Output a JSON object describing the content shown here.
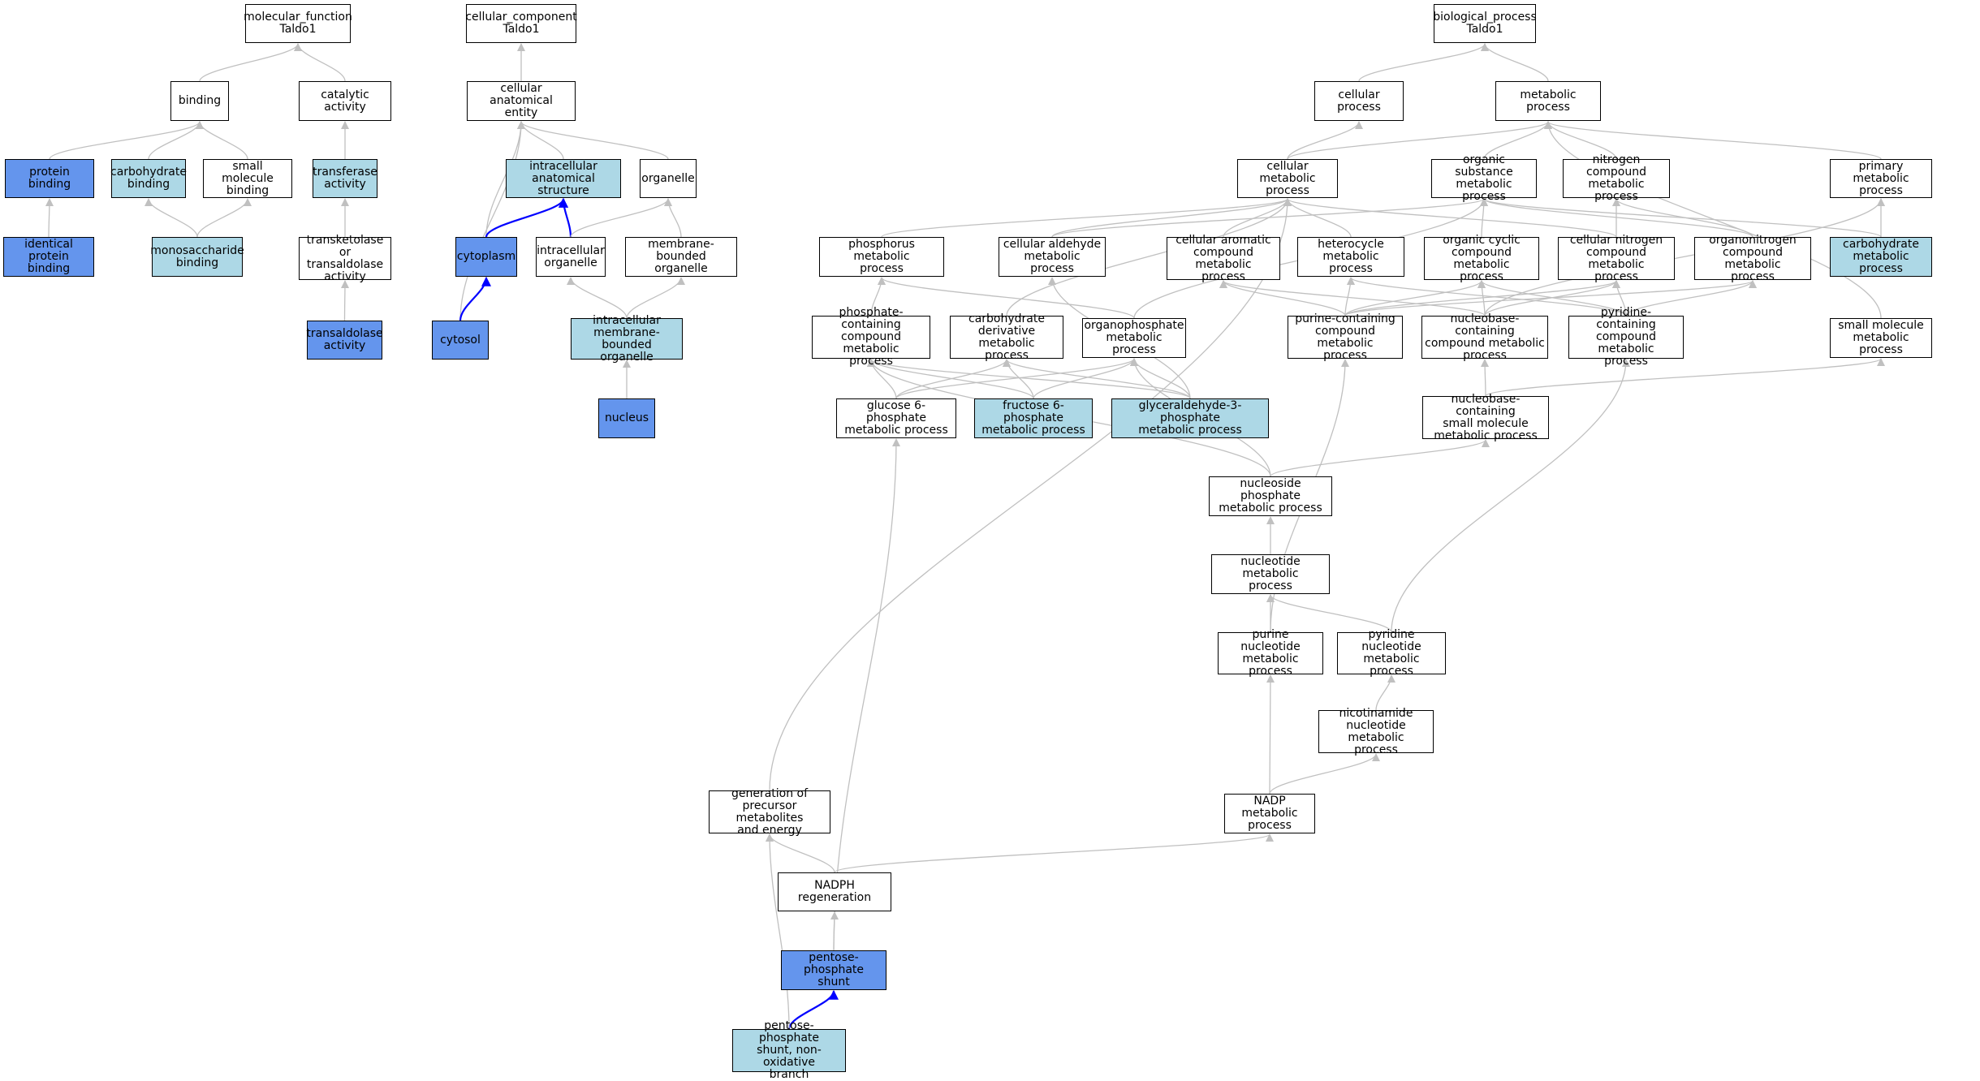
{
  "colors": {
    "white": "#ffffff",
    "light": "#add8e6",
    "dark": "#6495ed",
    "edge_gray": "#c0c0c0",
    "edge_blue": "#0000ff"
  },
  "nodes": {
    "mf_root": "molecular_function\nTaldo1",
    "cc_root": "cellular_component\nTaldo1",
    "bp_root": "biological_process\nTaldo1",
    "binding": "binding",
    "catalytic_activity": "catalytic activity",
    "protein_binding": "protein binding",
    "carbohydrate_binding": "carbohydrate\nbinding",
    "small_molecule_binding": "small molecule\nbinding",
    "transferase_activity": "transferase\nactivity",
    "identical_protein_binding": "identical protein\nbinding",
    "monosaccharide_binding": "monosaccharide\nbinding",
    "transketolase_activity": "transketolase\nor transaldolase\nactivity",
    "transaldolase_activity": "transaldolase\nactivity",
    "cellular_anatomical_entity": "cellular anatomical\nentity",
    "intracellular_anatomical_structure": "intracellular\nanatomical structure",
    "organelle": "organelle",
    "cytoplasm": "cytoplasm",
    "intracellular_organelle": "intracellular\norganelle",
    "membrane_bounded_organelle": "membrane-bounded\norganelle",
    "cytosol": "cytosol",
    "intracellular_membrane_bounded_organelle": "intracellular\nmembrane-bounded\norganelle",
    "nucleus": "nucleus",
    "cellular_process": "cellular process",
    "metabolic_process": "metabolic process",
    "cellular_metabolic_process": "cellular metabolic\nprocess",
    "organic_substance_metabolic_process": "organic substance\nmetabolic process",
    "nitrogen_compound_metabolic_process": "nitrogen compound\nmetabolic process",
    "primary_metabolic_process": "primary metabolic\nprocess",
    "phosphorus_metabolic_process": "phosphorus metabolic\nprocess",
    "cellular_aldehyde_metabolic_process": "cellular aldehyde\nmetabolic process",
    "cellular_aromatic_compound_metabolic_process": "cellular aromatic\ncompound metabolic\nprocess",
    "heterocycle_metabolic_process": "heterocycle\nmetabolic process",
    "organic_cyclic_compound_metabolic_process": "organic cyclic\ncompound metabolic\nprocess",
    "cellular_nitrogen_compound_metabolic_process": "cellular nitrogen\ncompound metabolic\nprocess",
    "organonitrogen_compound_metabolic_process": "organonitrogen\ncompound metabolic\nprocess",
    "carbohydrate_metabolic_process": "carbohydrate\nmetabolic process",
    "phosphate_containing_compound_metabolic_process": "phosphate-containing\ncompound metabolic\nprocess",
    "carbohydrate_derivative_metabolic_process": "carbohydrate\nderivative metabolic\nprocess",
    "organophosphate_metabolic_process": "organophosphate\nmetabolic process",
    "purine_containing_compound_metabolic_process": "purine-containing\ncompound metabolic\nprocess",
    "nucleobase_containing_compound_metabolic_process": "nucleobase-containing\ncompound metabolic\nprocess",
    "pyridine_containing_compound_metabolic_process": "pyridine-containing\ncompound metabolic\nprocess",
    "small_molecule_metabolic_process": "small molecule\nmetabolic process",
    "glucose_6_phosphate_metabolic_process": "glucose 6-phosphate\nmetabolic process",
    "fructose_6_phosphate_metabolic_process": "fructose 6-phosphate\nmetabolic process",
    "glyceraldehyde_3_phosphate_metabolic_process": "glyceraldehyde-3-phosphate\nmetabolic process",
    "nucleobase_containing_small_molecule_metabolic_process": "nucleobase-containing\nsmall molecule\nmetabolic process",
    "nucleoside_phosphate_metabolic_process": "nucleoside phosphate\nmetabolic process",
    "nucleotide_metabolic_process": "nucleotide metabolic\nprocess",
    "purine_nucleotide_metabolic_process": "purine nucleotide\nmetabolic process",
    "pyridine_nucleotide_metabolic_process": "pyridine nucleotide\nmetabolic process",
    "nicotinamide_nucleotide_metabolic_process": "nicotinamide\nnucleotide metabolic\nprocess",
    "nadp_metabolic_process": "NADP metabolic\nprocess",
    "generation_of_precursor_metabolites": "generation of\nprecursor metabolites\nand energy",
    "nadph_regeneration": "NADPH regeneration",
    "pentose_phosphate_shunt": "pentose-phosphate\nshunt",
    "pentose_phosphate_shunt_non_oxidative": "pentose-phosphate\nshunt, non-oxidative\nbranch"
  },
  "node_fill": {
    "mf_root": "white",
    "cc_root": "white",
    "bp_root": "white",
    "binding": "white",
    "catalytic_activity": "white",
    "protein_binding": "dark",
    "carbohydrate_binding": "light",
    "small_molecule_binding": "white",
    "transferase_activity": "light",
    "identical_protein_binding": "dark",
    "monosaccharide_binding": "light",
    "transketolase_activity": "white",
    "transaldolase_activity": "dark",
    "cellular_anatomical_entity": "white",
    "intracellular_anatomical_structure": "light",
    "organelle": "white",
    "cytoplasm": "dark",
    "intracellular_organelle": "white",
    "membrane_bounded_organelle": "white",
    "cytosol": "dark",
    "intracellular_membrane_bounded_organelle": "light",
    "nucleus": "dark",
    "cellular_process": "white",
    "metabolic_process": "white",
    "cellular_metabolic_process": "white",
    "organic_substance_metabolic_process": "white",
    "nitrogen_compound_metabolic_process": "white",
    "primary_metabolic_process": "white",
    "phosphorus_metabolic_process": "white",
    "cellular_aldehyde_metabolic_process": "white",
    "cellular_aromatic_compound_metabolic_process": "white",
    "heterocycle_metabolic_process": "white",
    "organic_cyclic_compound_metabolic_process": "white",
    "cellular_nitrogen_compound_metabolic_process": "white",
    "organonitrogen_compound_metabolic_process": "white",
    "carbohydrate_metabolic_process": "light",
    "phosphate_containing_compound_metabolic_process": "white",
    "carbohydrate_derivative_metabolic_process": "white",
    "organophosphate_metabolic_process": "white",
    "purine_containing_compound_metabolic_process": "white",
    "nucleobase_containing_compound_metabolic_process": "white",
    "pyridine_containing_compound_metabolic_process": "white",
    "small_molecule_metabolic_process": "white",
    "glucose_6_phosphate_metabolic_process": "white",
    "fructose_6_phosphate_metabolic_process": "light",
    "glyceraldehyde_3_phosphate_metabolic_process": "light",
    "nucleobase_containing_small_molecule_metabolic_process": "white",
    "nucleoside_phosphate_metabolic_process": "white",
    "nucleotide_metabolic_process": "white",
    "purine_nucleotide_metabolic_process": "white",
    "pyridine_nucleotide_metabolic_process": "white",
    "nicotinamide_nucleotide_metabolic_process": "white",
    "nadp_metabolic_process": "white",
    "generation_of_precursor_metabolites": "white",
    "nadph_regeneration": "white",
    "pentose_phosphate_shunt": "dark",
    "pentose_phosphate_shunt_non_oxidative": "light"
  },
  "edges": [
    [
      "binding",
      "mf_root",
      "gray"
    ],
    [
      "catalytic_activity",
      "mf_root",
      "gray"
    ],
    [
      "protein_binding",
      "binding",
      "gray"
    ],
    [
      "carbohydrate_binding",
      "binding",
      "gray"
    ],
    [
      "small_molecule_binding",
      "binding",
      "gray"
    ],
    [
      "transferase_activity",
      "catalytic_activity",
      "gray"
    ],
    [
      "identical_protein_binding",
      "protein_binding",
      "gray"
    ],
    [
      "monosaccharide_binding",
      "carbohydrate_binding",
      "gray"
    ],
    [
      "monosaccharide_binding",
      "small_molecule_binding",
      "gray"
    ],
    [
      "transketolase_activity",
      "transferase_activity",
      "gray"
    ],
    [
      "transaldolase_activity",
      "transketolase_activity",
      "gray"
    ],
    [
      "cellular_anatomical_entity",
      "cc_root",
      "gray"
    ],
    [
      "intracellular_anatomical_structure",
      "cellular_anatomical_entity",
      "gray"
    ],
    [
      "organelle",
      "cellular_anatomical_entity",
      "gray"
    ],
    [
      "cytoplasm",
      "cellular_anatomical_entity",
      "gray"
    ],
    [
      "cytosol",
      "cellular_anatomical_entity",
      "gray"
    ],
    [
      "cytoplasm",
      "intracellular_anatomical_structure",
      "blue"
    ],
    [
      "intracellular_organelle",
      "intracellular_anatomical_structure",
      "blue"
    ],
    [
      "intracellular_organelle",
      "organelle",
      "gray"
    ],
    [
      "membrane_bounded_organelle",
      "organelle",
      "gray"
    ],
    [
      "cytosol",
      "cytoplasm",
      "blue"
    ],
    [
      "intracellular_membrane_bounded_organelle",
      "intracellular_organelle",
      "gray"
    ],
    [
      "intracellular_membrane_bounded_organelle",
      "membrane_bounded_organelle",
      "gray"
    ],
    [
      "nucleus",
      "intracellular_membrane_bounded_organelle",
      "gray"
    ],
    [
      "cellular_process",
      "bp_root",
      "gray"
    ],
    [
      "metabolic_process",
      "bp_root",
      "gray"
    ],
    [
      "cellular_metabolic_process",
      "cellular_process",
      "gray"
    ],
    [
      "cellular_metabolic_process",
      "metabolic_process",
      "gray"
    ],
    [
      "organic_substance_metabolic_process",
      "metabolic_process",
      "gray"
    ],
    [
      "nitrogen_compound_metabolic_process",
      "metabolic_process",
      "gray"
    ],
    [
      "primary_metabolic_process",
      "metabolic_process",
      "gray"
    ],
    [
      "small_molecule_metabolic_process",
      "metabolic_process",
      "gray"
    ],
    [
      "phosphorus_metabolic_process",
      "cellular_metabolic_process",
      "gray"
    ],
    [
      "cellular_aldehyde_metabolic_process",
      "cellular_metabolic_process",
      "gray"
    ],
    [
      "cellular_aromatic_compound_metabolic_process",
      "cellular_metabolic_process",
      "gray"
    ],
    [
      "heterocycle_metabolic_process",
      "cellular_metabolic_process",
      "gray"
    ],
    [
      "cellular_nitrogen_compound_metabolic_process",
      "cellular_metabolic_process",
      "gray"
    ],
    [
      "cellular_aldehyde_metabolic_process",
      "organic_substance_metabolic_process",
      "gray"
    ],
    [
      "organic_cyclic_compound_metabolic_process",
      "organic_substance_metabolic_process",
      "gray"
    ],
    [
      "organonitrogen_compound_metabolic_process",
      "organic_substance_metabolic_process",
      "gray"
    ],
    [
      "carbohydrate_metabolic_process",
      "organic_substance_metabolic_process",
      "gray"
    ],
    [
      "cellular_nitrogen_compound_metabolic_process",
      "nitrogen_compound_metabolic_process",
      "gray"
    ],
    [
      "organonitrogen_compound_metabolic_process",
      "nitrogen_compound_metabolic_process",
      "gray"
    ],
    [
      "carbohydrate_metabolic_process",
      "primary_metabolic_process",
      "gray"
    ],
    [
      "nucleobase_containing_compound_metabolic_process",
      "primary_metabolic_process",
      "gray"
    ],
    [
      "phosphate_containing_compound_metabolic_process",
      "phosphorus_metabolic_process",
      "gray"
    ],
    [
      "organophosphate_metabolic_process",
      "phosphorus_metabolic_process",
      "gray"
    ],
    [
      "glyceraldehyde_3_phosphate_metabolic_process",
      "cellular_aldehyde_metabolic_process",
      "gray"
    ],
    [
      "purine_containing_compound_metabolic_process",
      "cellular_aromatic_compound_metabolic_process",
      "gray"
    ],
    [
      "nucleobase_containing_compound_metabolic_process",
      "cellular_aromatic_compound_metabolic_process",
      "gray"
    ],
    [
      "purine_containing_compound_metabolic_process",
      "heterocycle_metabolic_process",
      "gray"
    ],
    [
      "pyridine_containing_compound_metabolic_process",
      "heterocycle_metabolic_process",
      "gray"
    ],
    [
      "purine_containing_compound_metabolic_process",
      "organic_cyclic_compound_metabolic_process",
      "gray"
    ],
    [
      "nucleobase_containing_compound_metabolic_process",
      "organic_cyclic_compound_metabolic_process",
      "gray"
    ],
    [
      "pyridine_containing_compound_metabolic_process",
      "organic_cyclic_compound_metabolic_process",
      "gray"
    ],
    [
      "purine_containing_compound_metabolic_process",
      "cellular_nitrogen_compound_metabolic_process",
      "gray"
    ],
    [
      "nucleobase_containing_compound_metabolic_process",
      "cellular_nitrogen_compound_metabolic_process",
      "gray"
    ],
    [
      "pyridine_containing_compound_metabolic_process",
      "cellular_nitrogen_compound_metabolic_process",
      "gray"
    ],
    [
      "purine_containing_compound_metabolic_process",
      "organonitrogen_compound_metabolic_process",
      "gray"
    ],
    [
      "pyridine_containing_compound_metabolic_process",
      "organonitrogen_compound_metabolic_process",
      "gray"
    ],
    [
      "carbohydrate_derivative_metabolic_process",
      "cellular_metabolic_process",
      "gray"
    ],
    [
      "organophosphate_metabolic_process",
      "organic_substance_metabolic_process",
      "gray"
    ],
    [
      "glucose_6_phosphate_metabolic_process",
      "phosphate_containing_compound_metabolic_process",
      "gray"
    ],
    [
      "fructose_6_phosphate_metabolic_process",
      "phosphate_containing_compound_metabolic_process",
      "gray"
    ],
    [
      "glyceraldehyde_3_phosphate_metabolic_process",
      "phosphate_containing_compound_metabolic_process",
      "gray"
    ],
    [
      "glucose_6_phosphate_metabolic_process",
      "carbohydrate_derivative_metabolic_process",
      "gray"
    ],
    [
      "fructose_6_phosphate_metabolic_process",
      "carbohydrate_derivative_metabolic_process",
      "gray"
    ],
    [
      "glyceraldehyde_3_phosphate_metabolic_process",
      "carbohydrate_derivative_metabolic_process",
      "gray"
    ],
    [
      "glucose_6_phosphate_metabolic_process",
      "organophosphate_metabolic_process",
      "gray"
    ],
    [
      "fructose_6_phosphate_metabolic_process",
      "organophosphate_metabolic_process",
      "gray"
    ],
    [
      "glyceraldehyde_3_phosphate_metabolic_process",
      "organophosphate_metabolic_process",
      "gray"
    ],
    [
      "nucleobase_containing_small_molecule_metabolic_process",
      "nucleobase_containing_compound_metabolic_process",
      "gray"
    ],
    [
      "nucleobase_containing_small_molecule_metabolic_process",
      "small_molecule_metabolic_process",
      "gray"
    ],
    [
      "nucleoside_phosphate_metabolic_process",
      "nucleobase_containing_small_molecule_metabolic_process",
      "gray"
    ],
    [
      "nucleoside_phosphate_metabolic_process",
      "phosphate_containing_compound_metabolic_process",
      "gray"
    ],
    [
      "nucleoside_phosphate_metabolic_process",
      "organophosphate_metabolic_process",
      "gray"
    ],
    [
      "nucleotide_metabolic_process",
      "nucleoside_phosphate_metabolic_process",
      "gray"
    ],
    [
      "purine_nucleotide_metabolic_process",
      "nucleotide_metabolic_process",
      "gray"
    ],
    [
      "pyridine_nucleotide_metabolic_process",
      "nucleotide_metabolic_process",
      "gray"
    ],
    [
      "purine_nucleotide_metabolic_process",
      "purine_containing_compound_metabolic_process",
      "gray"
    ],
    [
      "pyridine_nucleotide_metabolic_process",
      "pyridine_containing_compound_metabolic_process",
      "gray"
    ],
    [
      "nicotinamide_nucleotide_metabolic_process",
      "pyridine_nucleotide_metabolic_process",
      "gray"
    ],
    [
      "nadp_metabolic_process",
      "nicotinamide_nucleotide_metabolic_process",
      "gray"
    ],
    [
      "nadp_metabolic_process",
      "purine_nucleotide_metabolic_process",
      "gray"
    ],
    [
      "generation_of_precursor_metabolites",
      "cellular_metabolic_process",
      "gray"
    ],
    [
      "nadph_regeneration",
      "generation_of_precursor_metabolites",
      "gray"
    ],
    [
      "nadph_regeneration",
      "nadp_metabolic_process",
      "gray"
    ],
    [
      "pentose_phosphate_shunt",
      "nadph_regeneration",
      "gray"
    ],
    [
      "pentose_phosphate_shunt",
      "glucose_6_phosphate_metabolic_process",
      "gray"
    ],
    [
      "pentose_phosphate_shunt_non_oxidative",
      "pentose_phosphate_shunt",
      "blue"
    ],
    [
      "pentose_phosphate_shunt_non_oxidative",
      "generation_of_precursor_metabolites",
      "gray"
    ]
  ]
}
